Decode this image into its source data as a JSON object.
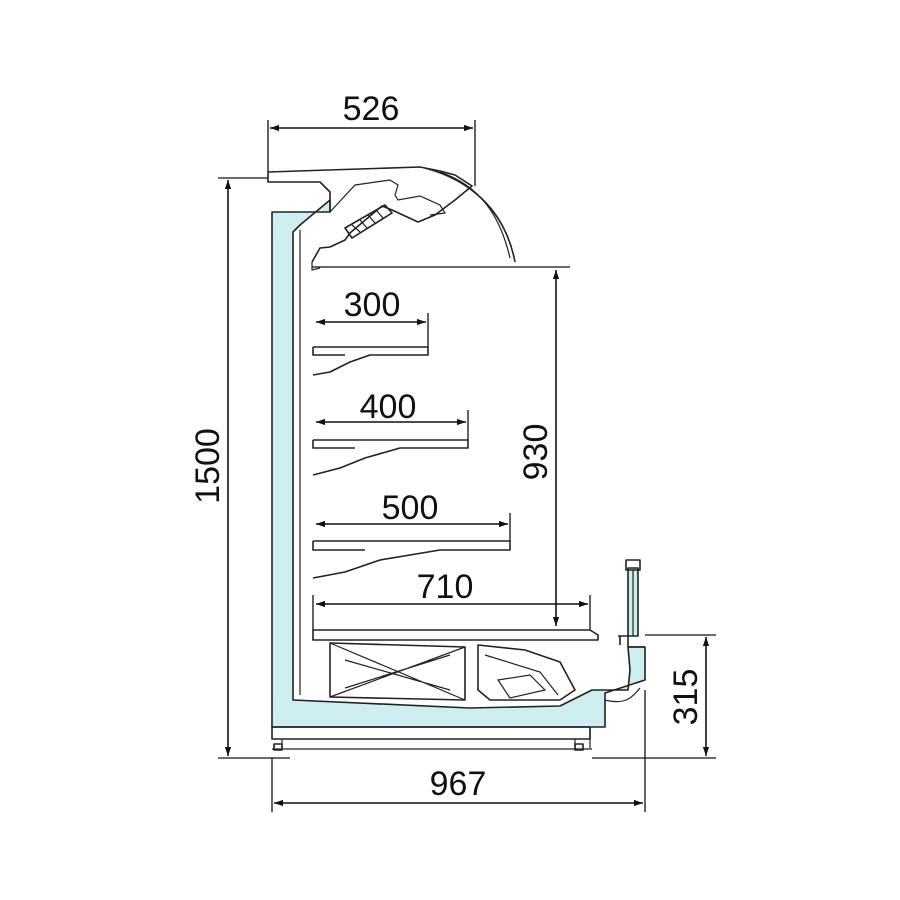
{
  "colors": {
    "insulation": "#cfeef0",
    "outline": "#222222",
    "dimension": "#111111",
    "background": "#ffffff"
  },
  "dimensions": {
    "top_depth": "526",
    "total_height": "1500",
    "display_height": "930",
    "shelf_1": "300",
    "shelf_2": "400",
    "shelf_3": "500",
    "base_depth": "710",
    "total_depth": "967",
    "base_height": "315"
  }
}
